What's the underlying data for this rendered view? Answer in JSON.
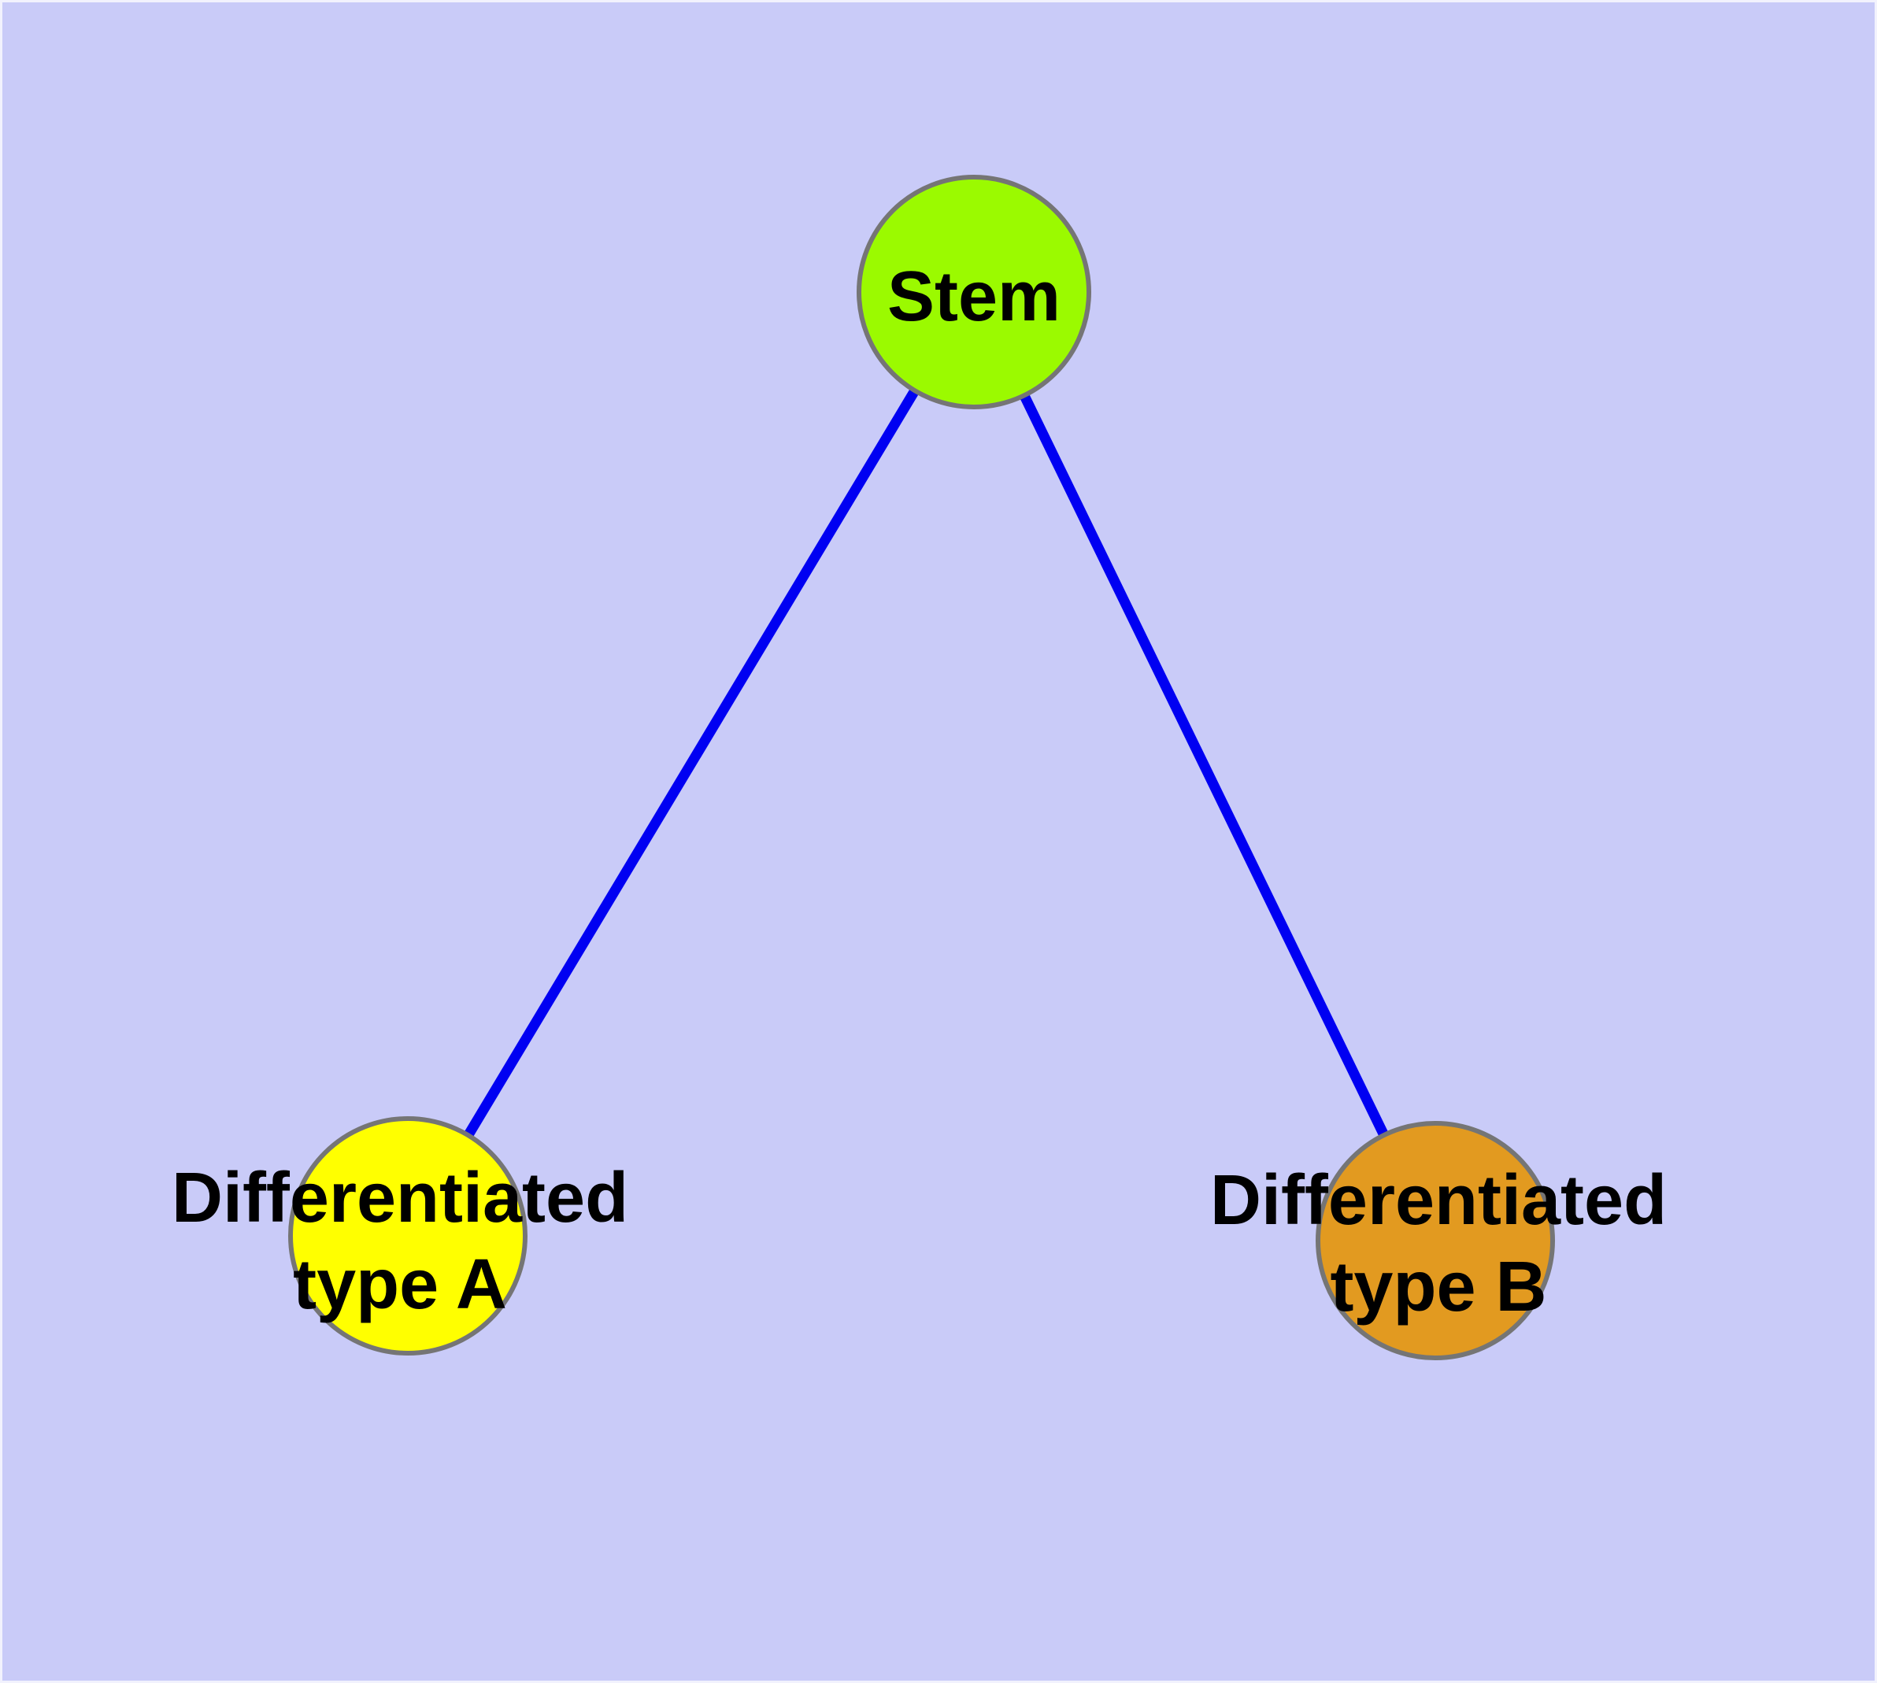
{
  "diagram": {
    "background_color": "#C9CBF8",
    "nodes": [
      {
        "id": "stem",
        "label": "Stem",
        "fill": "#9BFA00",
        "border_color": "#757575"
      },
      {
        "id": "type-a",
        "label": "Differentiated\ntype A",
        "fill": "#FFFF00",
        "border_color": "#757575"
      },
      {
        "id": "type-b",
        "label": "Differentiated\ntype B",
        "fill": "#E29A20",
        "border_color": "#757575"
      }
    ],
    "edges": [
      {
        "from": "stem",
        "to": "type-a",
        "color": "#0000F2"
      },
      {
        "from": "stem",
        "to": "type-b",
        "color": "#0000F2"
      }
    ]
  }
}
